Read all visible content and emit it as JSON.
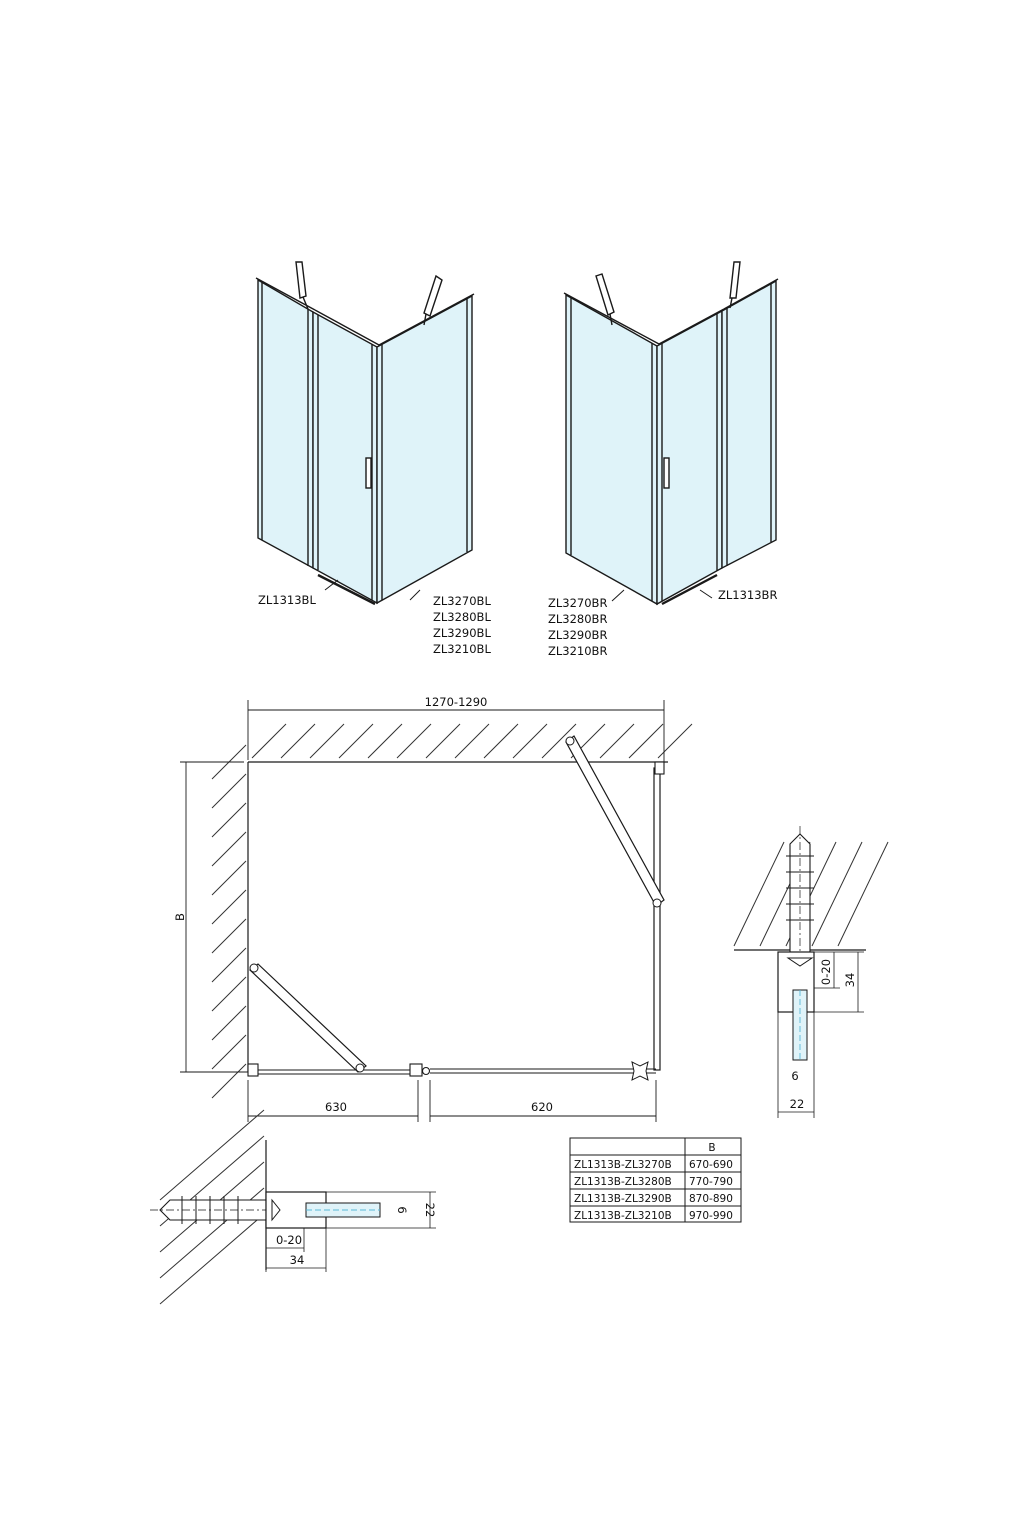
{
  "colors": {
    "line": "#1a1a1a",
    "glass": "#dff3f9",
    "hatch": "#333333"
  },
  "left_view": {
    "label_bottom_left": "ZL1313BL",
    "labels_bottom_right": [
      "ZL3270BL",
      "ZL3280BL",
      "ZL3290BL",
      "ZL3210BL"
    ]
  },
  "right_view": {
    "labels_bottom_left": [
      "ZL3270BR",
      "ZL3280BR",
      "ZL3290BR",
      "ZL3210BR"
    ],
    "label_bottom_right": "ZL1313BR"
  },
  "plan": {
    "width_label": "1270-1290",
    "depth_label": "B",
    "left_segment": "630",
    "right_segment": "620"
  },
  "detail_right": {
    "adjust": "0-20",
    "profile": "34",
    "glass": "6",
    "width": "22"
  },
  "detail_left": {
    "adjust": "0-20",
    "profile": "34",
    "glass": "6",
    "height": "22"
  },
  "table": {
    "header": [
      "",
      "B"
    ],
    "rows": [
      [
        "ZL1313B-ZL3270B",
        "670-690"
      ],
      [
        "ZL1313B-ZL3280B",
        "770-790"
      ],
      [
        "ZL1313B-ZL3290B",
        "870-890"
      ],
      [
        "ZL1313B-ZL3210B",
        "970-990"
      ]
    ]
  }
}
